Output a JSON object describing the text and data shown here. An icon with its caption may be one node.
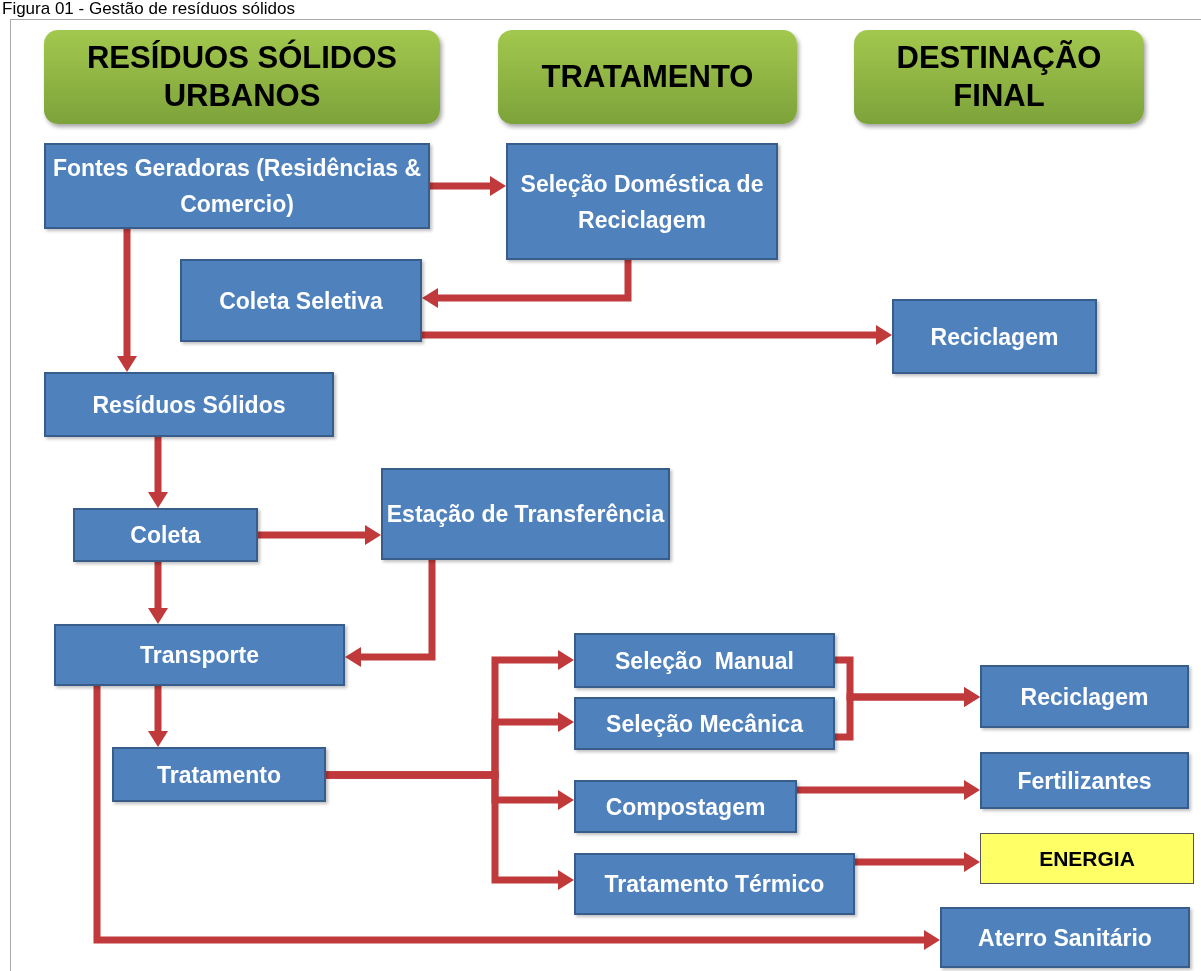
{
  "diagram": {
    "title": "Figura 01 - Gestão de resíduos sólidos",
    "nodes": [
      {
        "text": [
          "RESÍDUOS SÓLIDOS URBANOS"
        ]
      },
      {
        "text": [
          "TRATAMENTO"
        ]
      },
      {
        "text": [
          "DESTINAÇÃO FINAL"
        ]
      },
      {
        "text": [
          "Fontes Geradoras (Residências & Comercio)"
        ]
      },
      {
        "text": [
          "Seleção Doméstica de Reciclagem"
        ]
      },
      {
        "text": [
          "Coleta Seletiva"
        ]
      },
      {
        "text": [
          "Reciclagem"
        ]
      },
      {
        "text": [
          "Resíduos Sólidos"
        ]
      },
      {
        "text": [
          "Coleta"
        ]
      },
      {
        "text": [
          "Estação de Transferência"
        ]
      },
      {
        "text": [
          "Transporte"
        ]
      },
      {
        "text": [
          "Tratamento"
        ]
      },
      {
        "text": [
          "Seleção  Manual"
        ]
      },
      {
        "text": [
          "Seleção Mecânica"
        ]
      },
      {
        "text": [
          "Compostagem"
        ]
      },
      {
        "text": [
          "Tratamento Térmico"
        ]
      },
      {
        "text": [
          "Reciclagem"
        ]
      },
      {
        "text": [
          "Fertilizantes"
        ]
      },
      {
        "text": [
          "ENERGIA"
        ]
      },
      {
        "text": [
          "Aterro Sanitário"
        ]
      }
    ],
    "edges": [
      {
        "from": 3,
        "to": 4,
        "arrow": "to"
      },
      {
        "from": 4,
        "to": 5,
        "arrow": "to"
      },
      {
        "from": 3,
        "to": 7,
        "arrow": "to"
      },
      {
        "from": 5,
        "to": 6,
        "arrow": "to"
      },
      {
        "from": 7,
        "to": 8,
        "arrow": "to"
      },
      {
        "from": 8,
        "to": 9,
        "arrow": "to"
      },
      {
        "from": 8,
        "to": 10,
        "arrow": "to"
      },
      {
        "from": 9,
        "to": 10,
        "arrow": "to"
      },
      {
        "from": 10,
        "to": 11,
        "arrow": "to"
      },
      {
        "from": 11,
        "to": 12,
        "arrow": "to"
      },
      {
        "from": 11,
        "to": 13,
        "arrow": "to"
      },
      {
        "from": 11,
        "to": 14,
        "arrow": "to"
      },
      {
        "from": 11,
        "to": 15,
        "arrow": "to"
      },
      {
        "from": 12,
        "to": 16,
        "arrow": "to"
      },
      {
        "from": 13,
        "to": 16,
        "arrow": "to"
      },
      {
        "from": 14,
        "to": 17,
        "arrow": "to"
      },
      {
        "from": 15,
        "to": 18,
        "arrow": "to"
      },
      {
        "from": 10,
        "to": 19,
        "arrow": "to"
      }
    ]
  }
}
